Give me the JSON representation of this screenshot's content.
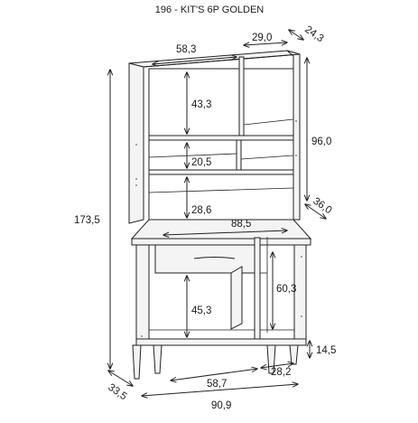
{
  "title": "196 - KIT'S 6P GOLDEN",
  "dimensions": {
    "total_height": "173,5",
    "total_width": "90,9",
    "base_depth": "33,5",
    "upper_width_left": "58,3",
    "upper_width_right": "29,0",
    "upper_depth": "24,3",
    "top_niche_height": "43,3",
    "middle_niche_height": "20,5",
    "lower_niche_height": "28,6",
    "upper_height": "96,0",
    "counter_depth": "36,0",
    "counter_width": "88,5",
    "right_compartment_height": "60,3",
    "lower_compartment_height": "45,3",
    "bottom_width_left": "58,7",
    "bottom_width_right": "28,2",
    "leg_height": "14,5"
  }
}
